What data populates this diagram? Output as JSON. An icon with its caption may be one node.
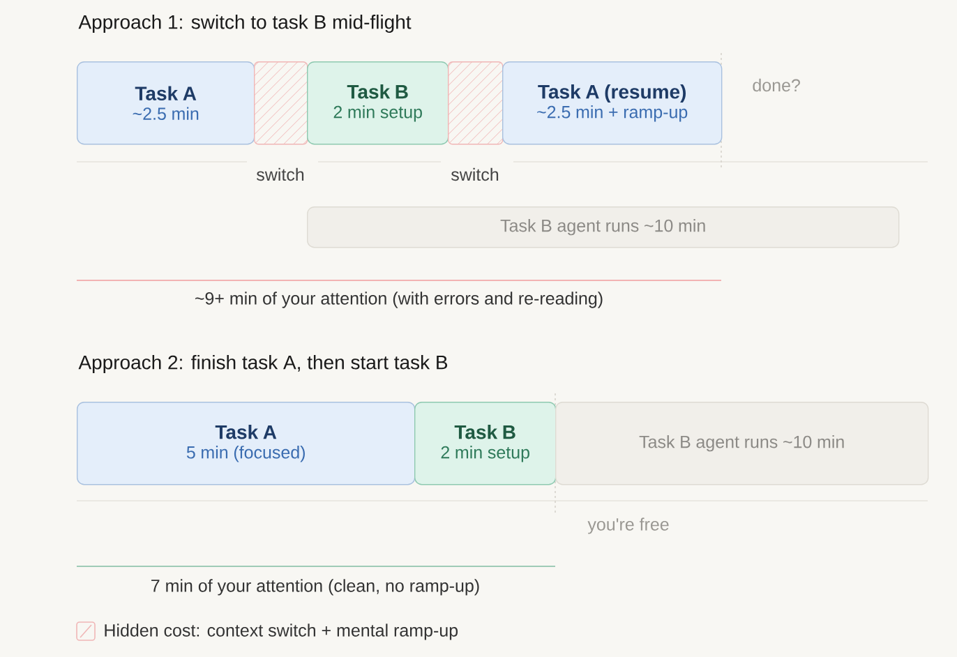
{
  "diagram": {
    "nodes": [
      {
        "text": [
          "Task A",
          "~2.5 min"
        ]
      },
      {
        "text": [],
        "shape": "box",
        "beside": [
          "switch"
        ]
      },
      {
        "text": [
          "Task B",
          "2 min setup"
        ]
      },
      {
        "text": [],
        "shape": "box",
        "beside": [
          "switch"
        ]
      },
      {
        "text": [
          "Task A (resume)",
          "~2.5 min + ramp-up"
        ]
      },
      {
        "text": [
          "Task B agent runs ~10 min"
        ]
      },
      {
        "text": [
          "Task A",
          "5 min (focused)"
        ]
      },
      {
        "text": [
          "Task B",
          "2 min setup"
        ]
      },
      {
        "text": [
          "Task B agent runs ~10 min"
        ]
      }
    ],
    "labels": [
      "Approach 1: switch to task B mid-flight",
      "done?",
      "~9+ min of your attention (with errors and re-reading)",
      "Approach 2: finish task A, then start task B",
      "you're free",
      "7 min of your attention (clean, no ramp-up)"
    ],
    "legend": [
      {
        "text": "Hidden cost: context switch + mental ramp-up"
      }
    ]
  }
}
